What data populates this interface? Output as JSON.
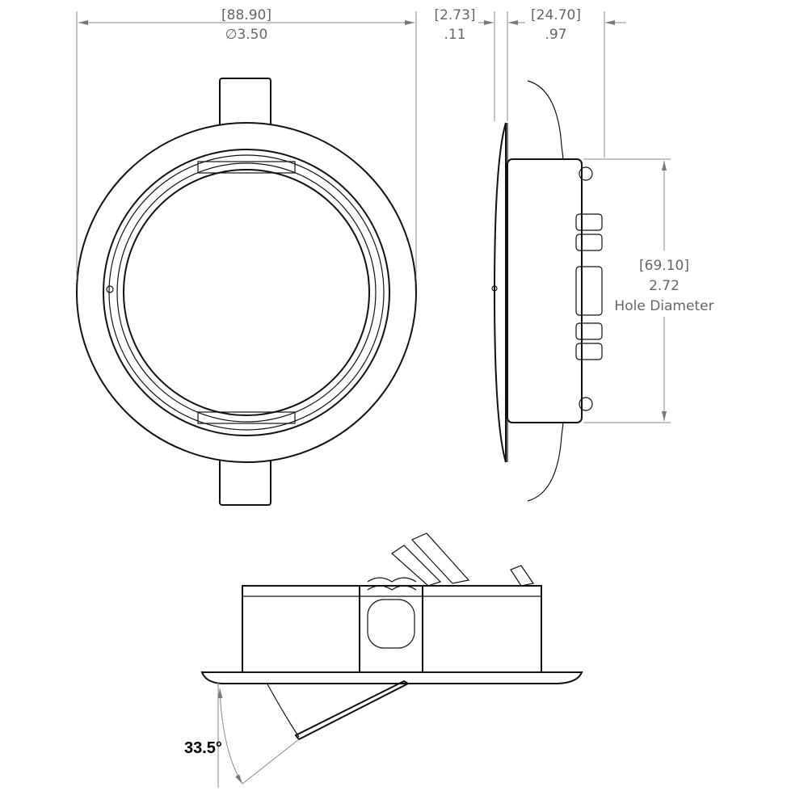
{
  "dimensions": {
    "outer_diameter": {
      "metric": "[88.90]",
      "imperial": "∅3.50"
    },
    "flange_thickness": {
      "metric": "[2.73]",
      "imperial": ".11"
    },
    "depth": {
      "metric": "[24.70]",
      "imperial": ".97"
    },
    "hole_diameter": {
      "metric": "[69.10]",
      "imperial": "2.72",
      "label": "Hole Diameter"
    },
    "tilt_angle": "33.5°"
  },
  "colors": {
    "line": "#111111",
    "dimension": "#888888",
    "text": "#666666"
  }
}
